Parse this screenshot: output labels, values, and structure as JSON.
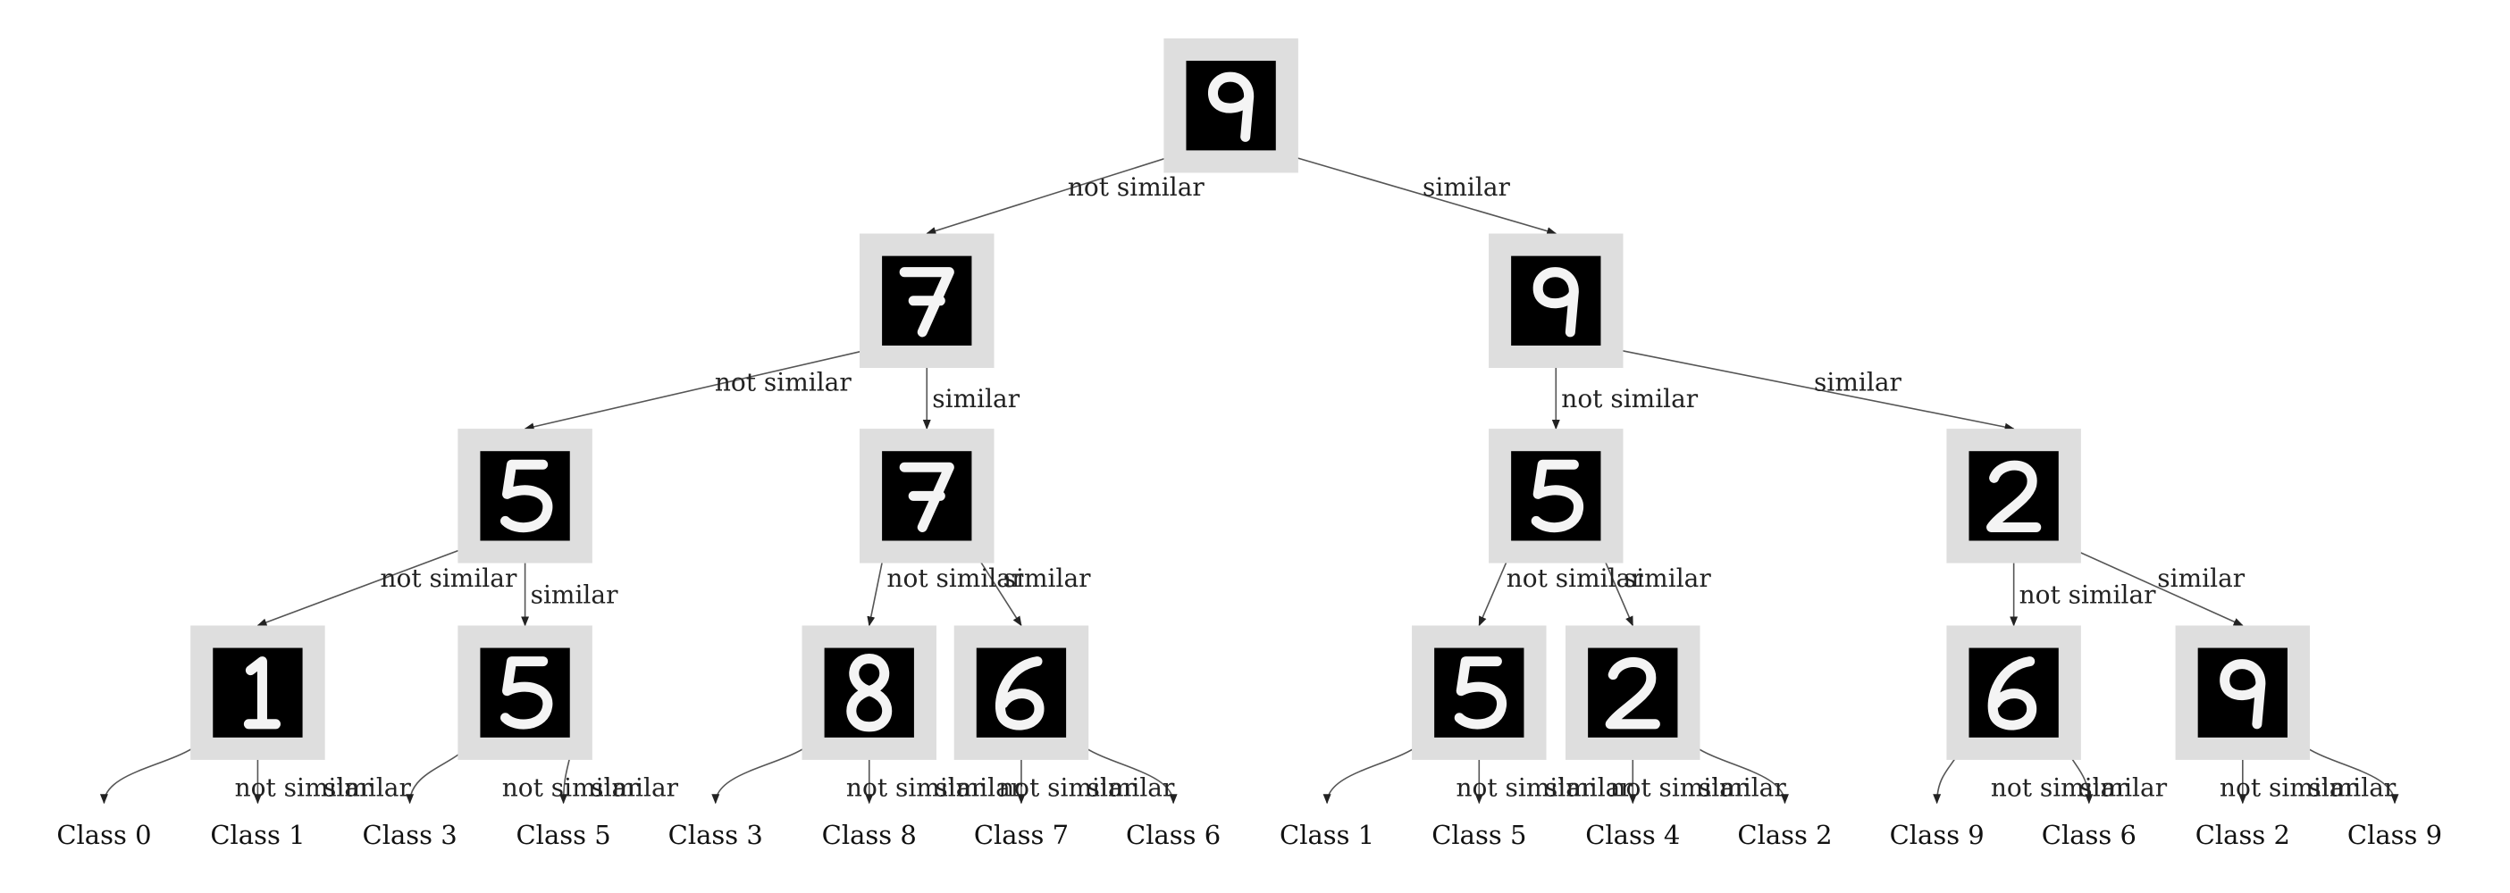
{
  "edge_labels": {
    "no": "not similar",
    "yes": "similar"
  },
  "nodes": [
    {
      "id": "root",
      "digit": "9"
    },
    {
      "id": "L",
      "digit": "7"
    },
    {
      "id": "R",
      "digit": "9"
    },
    {
      "id": "LL",
      "digit": "5"
    },
    {
      "id": "LR",
      "digit": "7"
    },
    {
      "id": "RL",
      "digit": "5"
    },
    {
      "id": "RR",
      "digit": "2"
    },
    {
      "id": "LLL",
      "digit": "1"
    },
    {
      "id": "LLR",
      "digit": "5"
    },
    {
      "id": "LRL",
      "digit": "8"
    },
    {
      "id": "LRR",
      "digit": "6"
    },
    {
      "id": "RLL",
      "digit": "5"
    },
    {
      "id": "RLR",
      "digit": "2"
    },
    {
      "id": "RRL",
      "digit": "6"
    },
    {
      "id": "RRR",
      "digit": "9"
    }
  ],
  "leaves": [
    "Class 0",
    "Class 1",
    "Class 3",
    "Class 5",
    "Class 3",
    "Class 8",
    "Class 7",
    "Class 6",
    "Class 1",
    "Class 5",
    "Class 4",
    "Class 2",
    "Class 9",
    "Class 6",
    "Class 2",
    "Class 9"
  ]
}
